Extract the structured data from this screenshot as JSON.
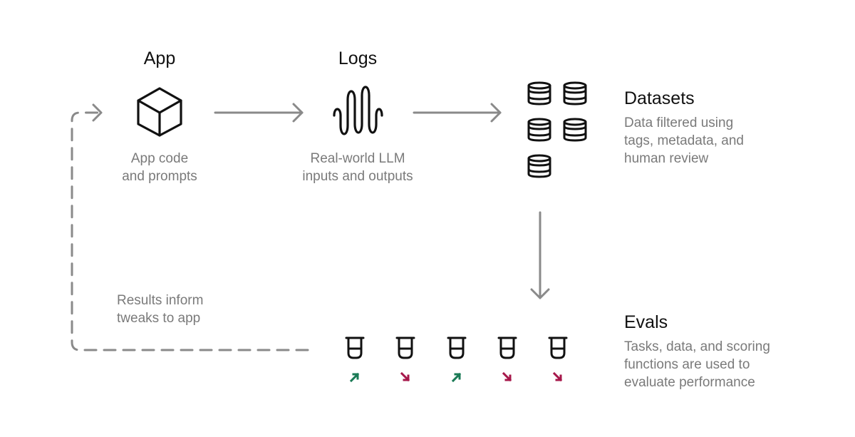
{
  "app": {
    "title": "App",
    "description": [
      "App code",
      "and prompts"
    ]
  },
  "logs": {
    "title": "Logs",
    "description": [
      "Real-world LLM",
      "inputs and outputs"
    ]
  },
  "datasets": {
    "title": "Datasets",
    "description": [
      "Data filtered using",
      "tags, metadata, and",
      "human review"
    ]
  },
  "evals": {
    "title": "Evals",
    "description": [
      "Tasks, data, and scoring",
      "functions are used to",
      "evaluate performance"
    ]
  },
  "feedback": {
    "description": [
      "Results inform",
      "tweaks to app"
    ]
  },
  "colors": {
    "arrow": "#8a8a8a",
    "icon": "#111111",
    "up": "#1a7a55",
    "down": "#a6174a"
  },
  "eval_trends": [
    "up",
    "down",
    "up",
    "down",
    "down"
  ]
}
